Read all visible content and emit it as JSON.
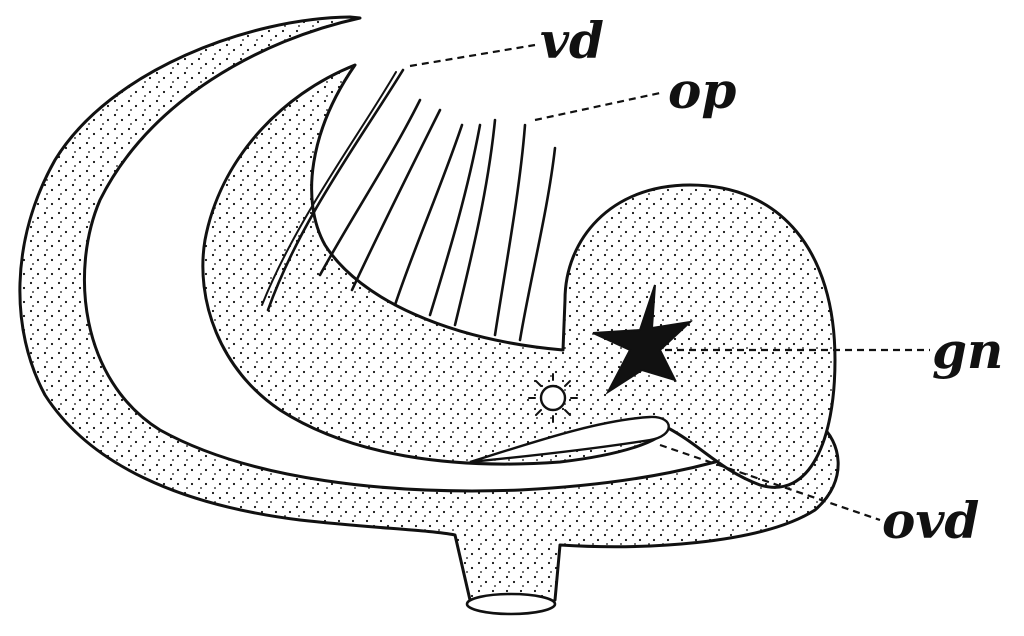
{
  "labels": {
    "vd": "vd",
    "op": "op",
    "gn": "gn",
    "ovd": "ovd"
  },
  "colors": {
    "ink": "#111111",
    "paper": "#ffffff"
  }
}
